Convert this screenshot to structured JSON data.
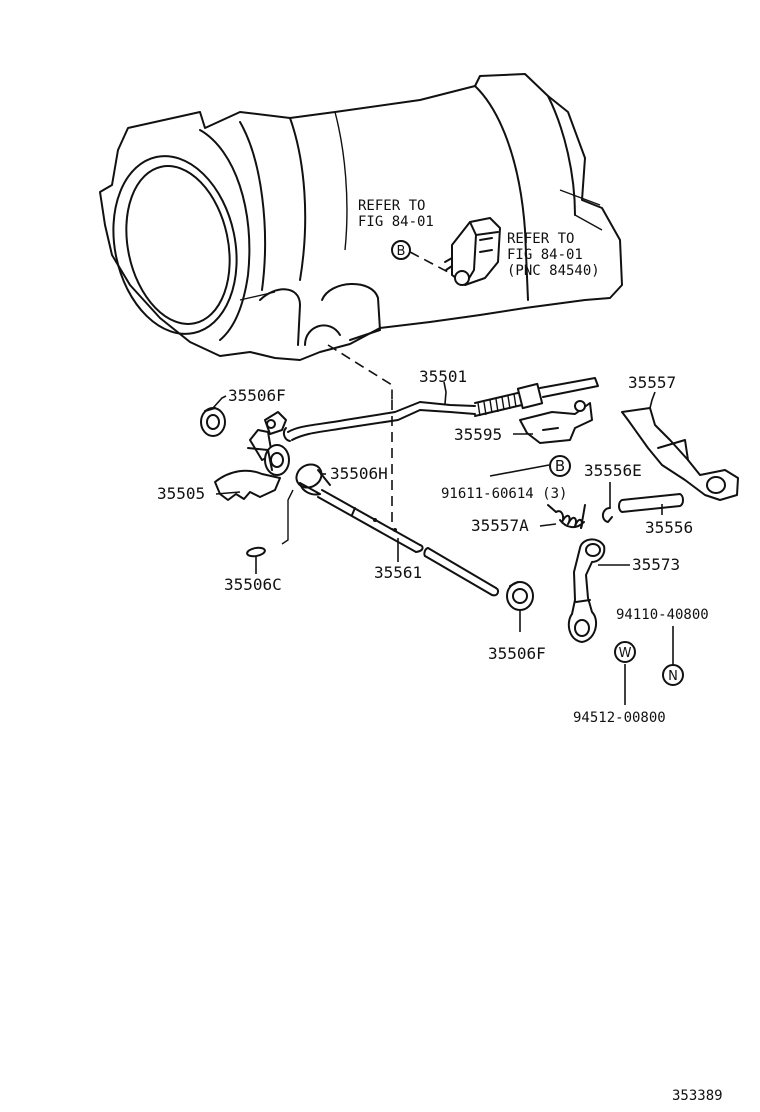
{
  "refs": {
    "refer_left_line1": "REFER TO",
    "refer_left_line2": "FIG 84-01",
    "refer_right_line1": "REFER TO",
    "refer_right_line2": "FIG 84-01",
    "refer_right_line3": "(PNC 84540)"
  },
  "markers": {
    "b_top": "B",
    "b_mid": "B",
    "w": "W",
    "n": "N"
  },
  "parts": {
    "p35501": "35501",
    "p35557": "35557",
    "p35506F_top": "35506F",
    "p35595": "35595",
    "p35506H": "35506H",
    "p35505": "35505",
    "p91611": "91611-60614 (3)",
    "p35556E": "35556E",
    "p35557A": "35557A",
    "p35556": "35556",
    "p35506C": "35506C",
    "p35561": "35561",
    "p35573": "35573",
    "p94110": "94110-40800",
    "p35506F_bottom": "35506F",
    "p94512": "94512-00800"
  },
  "footer": {
    "figure_number": "353389"
  }
}
